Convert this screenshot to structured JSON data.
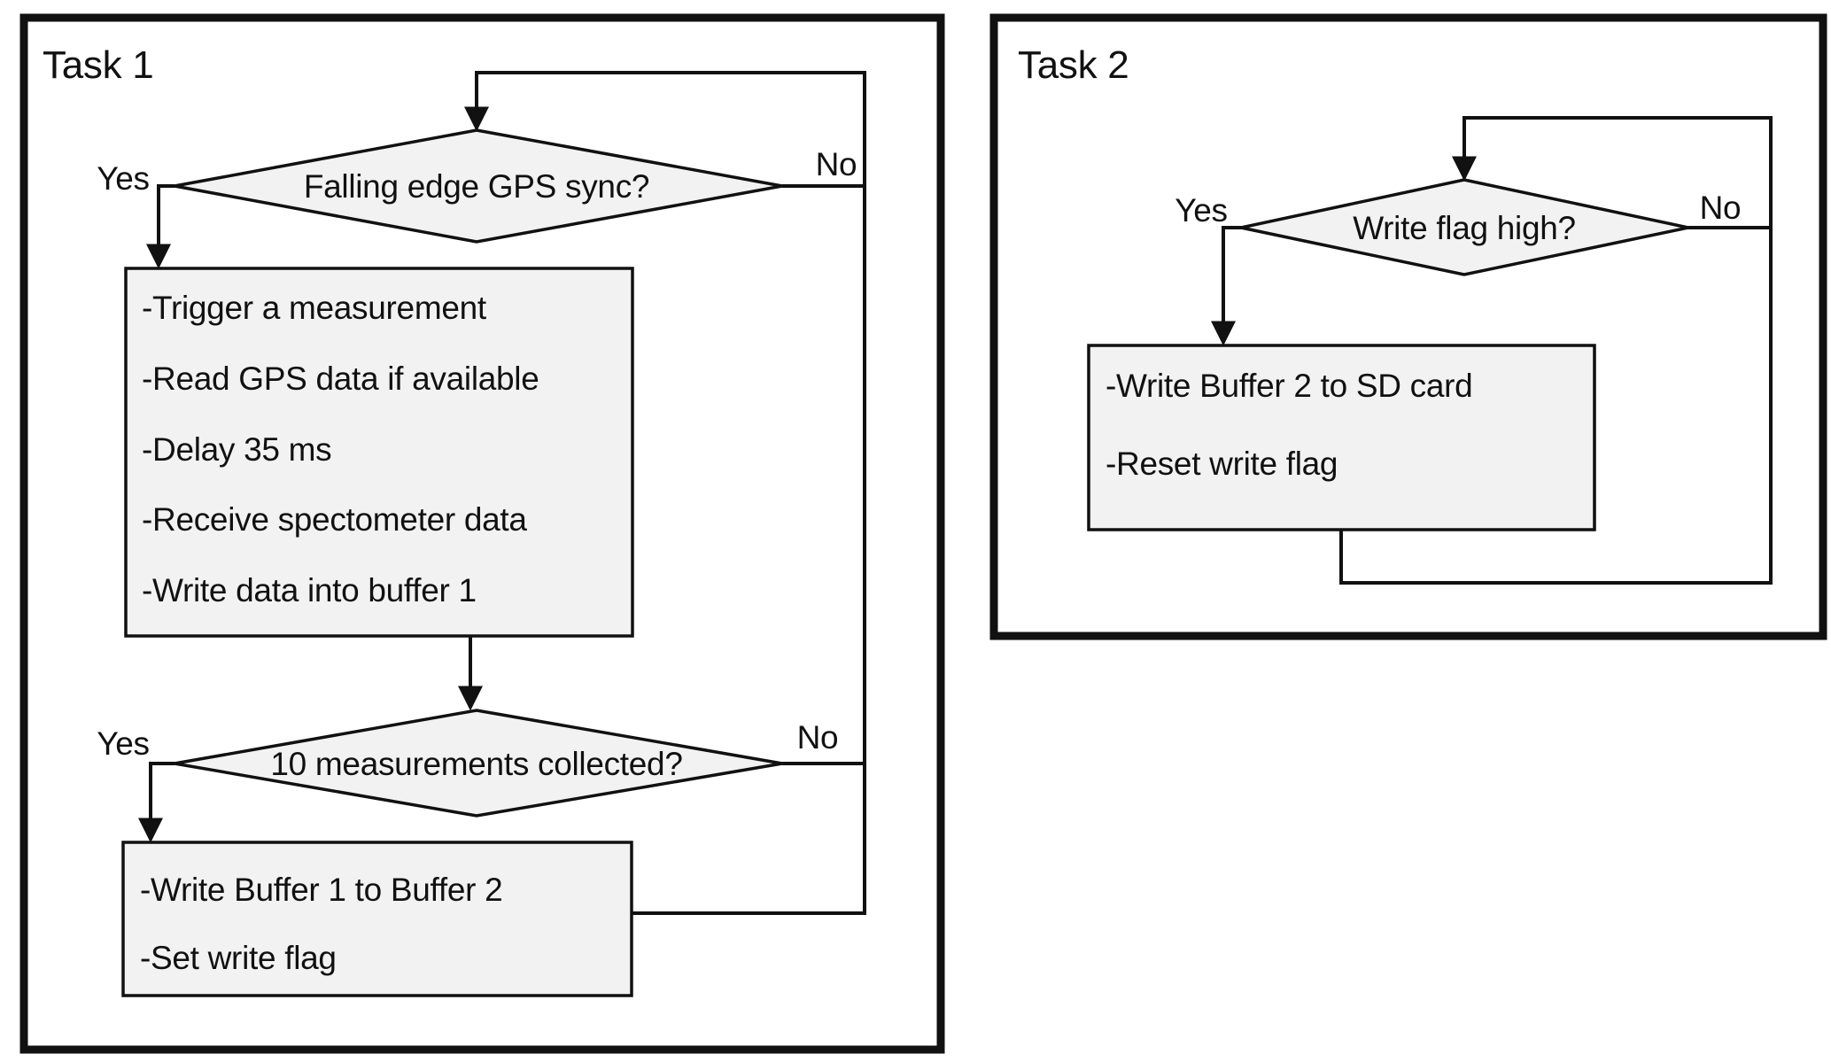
{
  "diagram": {
    "colors": {
      "node_fill": "#f2f2f2",
      "background": "#ffffff",
      "stroke": "#111111"
    },
    "task1": {
      "title": "Task 1",
      "decision1": {
        "label": "Falling edge GPS sync?",
        "yes": "Yes",
        "no": "No"
      },
      "process1": {
        "lines": [
          "-Trigger a measurement",
          "-Read GPS data if available",
          "-Delay 35 ms",
          "-Receive spectometer data",
          "-Write data into buffer 1"
        ]
      },
      "decision2": {
        "label": "10 measurements collected?",
        "yes": "Yes",
        "no": "No"
      },
      "process2": {
        "lines": [
          "-Write Buffer 1 to Buffer 2",
          "-Set write flag"
        ]
      }
    },
    "task2": {
      "title": "Task 2",
      "decision1": {
        "label": "Write flag high?",
        "yes": "Yes",
        "no": "No"
      },
      "process1": {
        "lines": [
          "-Write Buffer 2 to SD card",
          "-Reset write flag"
        ]
      }
    }
  }
}
